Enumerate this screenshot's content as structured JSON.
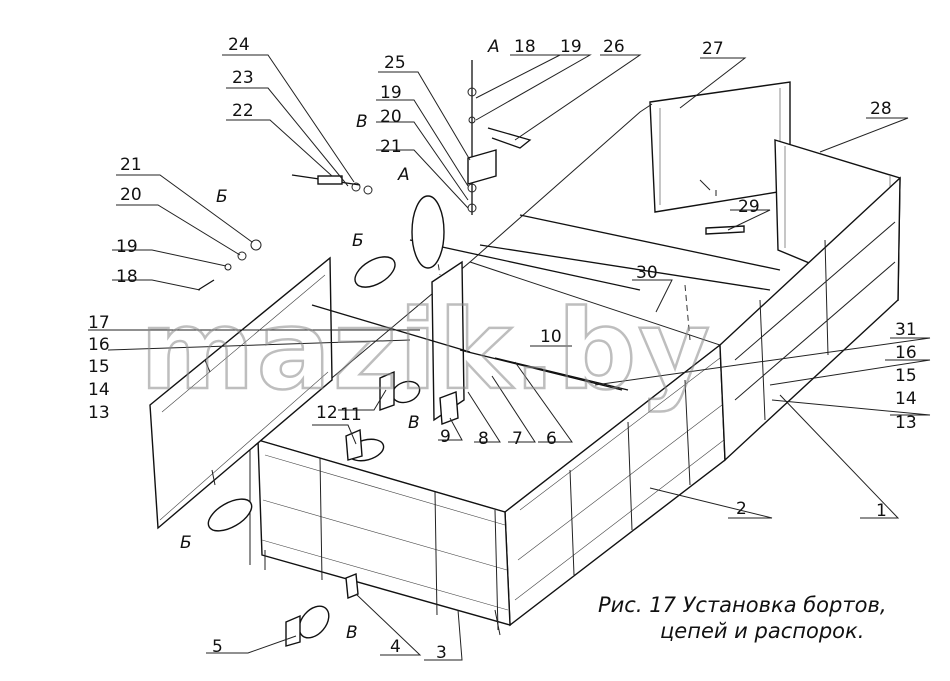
{
  "watermark": "mazik.by",
  "caption": {
    "line1": "Рис. 17 Установка бортов,",
    "line2": "цепей и распорок."
  },
  "views": {
    "A": "А",
    "B_cyr": "Б",
    "V": "В"
  },
  "callouts": {
    "c1": "1",
    "c2": "2",
    "c3": "3",
    "c4": "4",
    "c5": "5",
    "c6": "6",
    "c7": "7",
    "c8": "8",
    "c9": "9",
    "c10": "10",
    "c11": "11",
    "c12": "12",
    "c13": "13",
    "c14": "14",
    "c15": "15",
    "c16": "16",
    "c17": "17",
    "c18": "18",
    "c19": "19",
    "c20": "20",
    "c21": "21",
    "c22": "22",
    "c23": "23",
    "c24": "24",
    "c25": "25",
    "c26": "26",
    "c27": "27",
    "c28": "28",
    "c29": "29",
    "c30": "30",
    "c31": "31"
  }
}
